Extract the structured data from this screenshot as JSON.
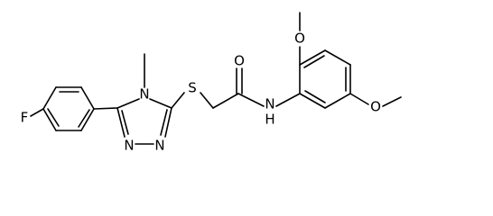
{
  "molecule": {
    "atoms": {
      "F": "F",
      "N_ring_methyl": "N",
      "N_ring_lower_left": "N",
      "N_ring_lower_right": "N",
      "S_thioether": "S",
      "O_carbonyl": "O",
      "N_amide": "N",
      "H_amide": "H",
      "O_methoxy_top": "O",
      "O_methoxy_right": "O"
    }
  }
}
